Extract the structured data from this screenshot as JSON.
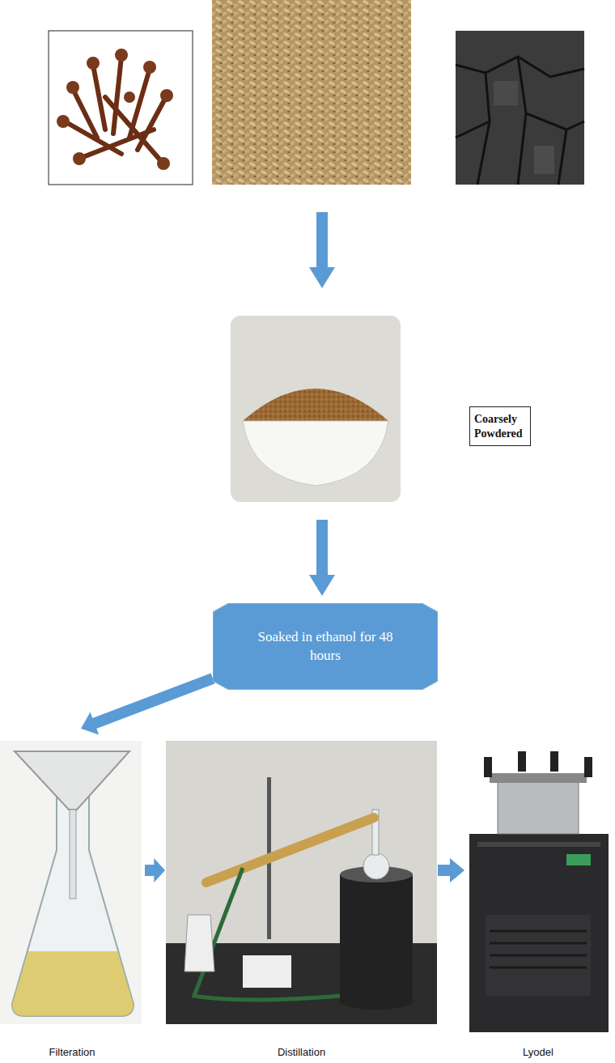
{
  "diagram": {
    "nodes": [
      {
        "text": [
          "Coarsely Powdered"
        ]
      },
      {
        "text": [
          "Soaked in ethanol for 48 hours"
        ]
      },
      {
        "text": [
          "Filteration"
        ]
      },
      {
        "text": [
          "Distillation"
        ]
      },
      {
        "text": [
          "Lyodel"
        ]
      }
    ],
    "edges": [
      {
        "from": 1,
        "to": 2,
        "arrow": "to"
      },
      {
        "from": 2,
        "to": 3,
        "arrow": "to"
      },
      {
        "from": 3,
        "to": 4,
        "arrow": "to"
      }
    ]
  }
}
